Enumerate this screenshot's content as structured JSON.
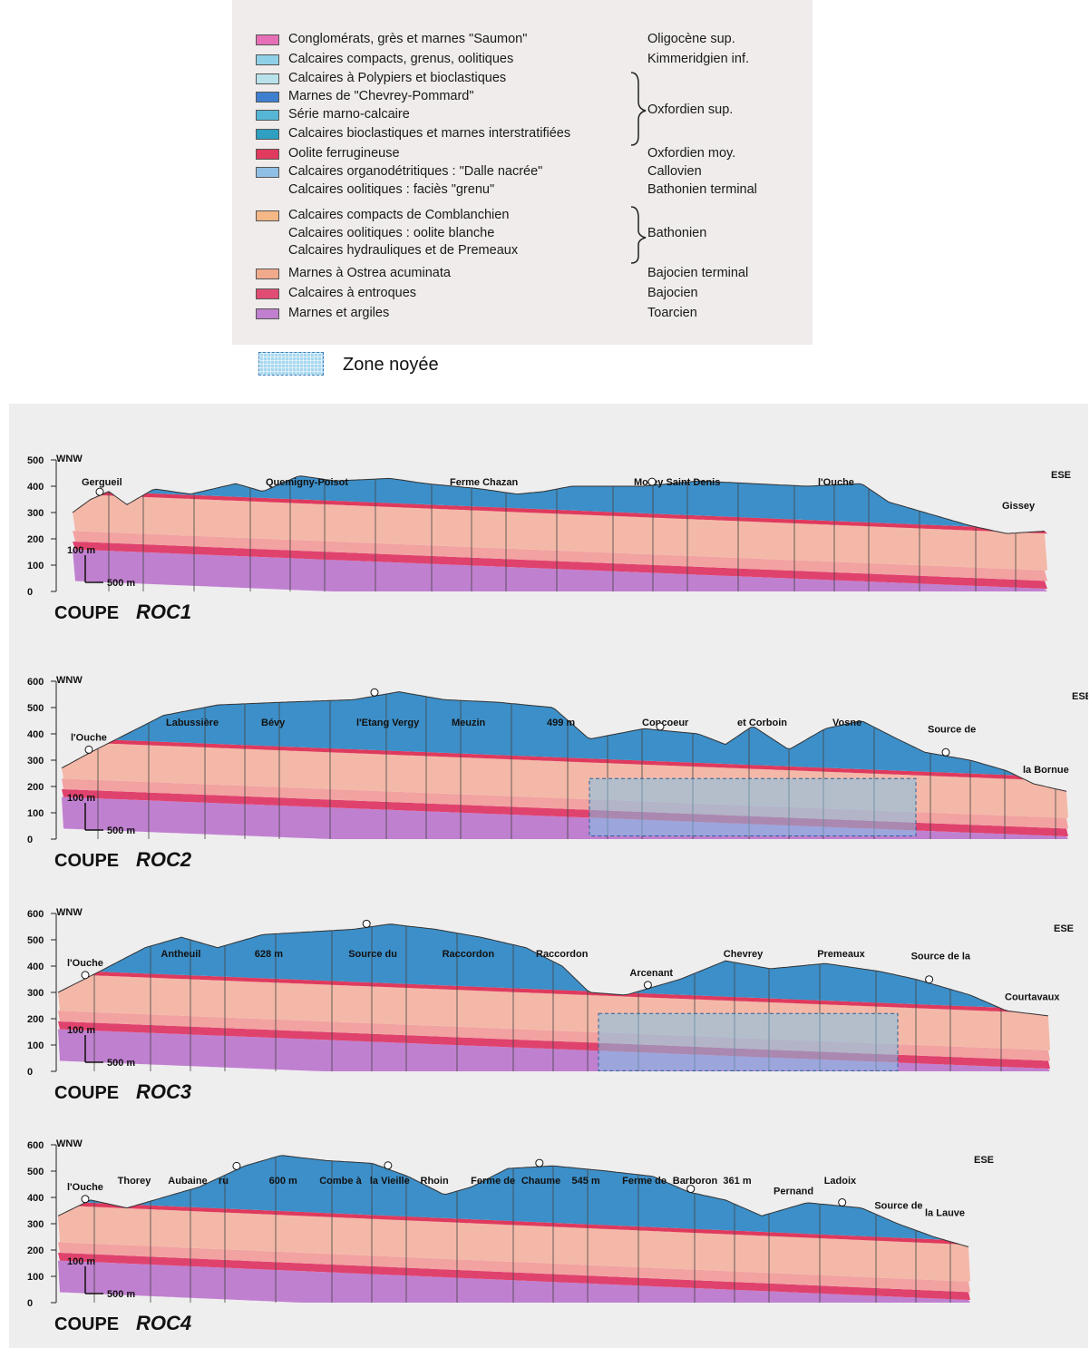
{
  "legend": {
    "items": [
      {
        "label": "Conglomérats, grès et marnes \"Saumon\"",
        "age": "Oligocène sup.",
        "color": "#e76fb7"
      },
      {
        "label": "Calcaires compacts, grenus, oolitiques",
        "age": "Kimmeridgien inf.",
        "color": "#8fd0e6"
      },
      {
        "label": "Calcaires à Polypiers et bioclastiques",
        "age": "",
        "color": "#b9e1ea"
      },
      {
        "label": "Marnes de \"Chevrey-Pommard\"",
        "age": "",
        "color": "#3f7fd0"
      },
      {
        "label": "Série marno-calcaire",
        "age": "Oxfordien sup.",
        "color": "#56b6d6"
      },
      {
        "label": "Calcaires bioclastiques et marnes interstratifiées",
        "age": "",
        "color": "#2f9fc2"
      },
      {
        "label": "Oolite ferrugineuse",
        "age": "Oxfordien moy.",
        "color": "#e03a5e"
      },
      {
        "label": "Calcaires organodétritiques : \"Dalle nacrée\"",
        "age": "Callovien",
        "color": "#90bfe6"
      },
      {
        "label": "Calcaires oolitiques : faciès \"grenu\"",
        "age": "Bathonien terminal",
        "color": ""
      },
      {
        "label": "Calcaires compacts de Comblanchien",
        "age": "",
        "color": "#f3b886"
      },
      {
        "label": "Calcaires oolitiques : oolite blanche",
        "age": "Bathonien",
        "color": ""
      },
      {
        "label": "Calcaires hydrauliques et de Premeaux",
        "age": "",
        "color": ""
      },
      {
        "label": "Marnes à Ostrea acuminata",
        "age": "Bajocien terminal",
        "color": "#f1a98c"
      },
      {
        "label": "Calcaires à entroques",
        "age": "Bajocien",
        "color": "#e04c73"
      },
      {
        "label": "Marnes et argiles",
        "age": "Toarcien",
        "color": "#c07fcf"
      }
    ],
    "zone_noyee_label": "Zone noyée"
  },
  "colors": {
    "clay": "#c080d0",
    "entroques": "#e0426e",
    "marnes_ostrea": "#f2a2a0",
    "comblanchien": "#f4b8a8",
    "oolite_ferr": "#df3a5e",
    "oxfordien": "#3c8fc8",
    "oxf_light": "#7ec0e0",
    "flooded": "#7fc3e8"
  },
  "sections": [
    {
      "title_prefix": "COUPE",
      "title_name": "ROC1",
      "left_direction": "WNW",
      "right_direction": "ESE",
      "y_ticks": [
        "500",
        "400",
        "300",
        "200",
        "100",
        "0"
      ],
      "scale_vertical": "100 m",
      "scale_horizontal": "500 m",
      "labels": [
        "Gergueil",
        "Quemigny-Poisot",
        "Ferme Chazan",
        "Morey Saint Denis",
        "l'Ouche",
        "Gissey"
      ]
    },
    {
      "title_prefix": "COUPE",
      "title_name": "ROC2",
      "left_direction": "WNW",
      "right_direction": "ESE",
      "y_ticks": [
        "600",
        "500",
        "400",
        "300",
        "200",
        "100",
        "0"
      ],
      "scale_vertical": "100 m",
      "scale_horizontal": "500 m",
      "labels": [
        "l'Ouche",
        "Labussière",
        "Bévy",
        "l'Etang Vergy",
        "Meuzin",
        "499 m",
        "Concoeur",
        "et Corboin",
        "Vosne",
        "Source de",
        "la Bornue"
      ]
    },
    {
      "title_prefix": "COUPE",
      "title_name": "ROC3",
      "left_direction": "WNW",
      "right_direction": "ESE",
      "y_ticks": [
        "600",
        "500",
        "400",
        "300",
        "200",
        "100",
        "0"
      ],
      "scale_vertical": "100 m",
      "scale_horizontal": "500 m",
      "labels": [
        "l'Ouche",
        "Antheuil",
        "628 m",
        "Source du",
        "Raccordon",
        "Raccordon",
        "Arcenant",
        "Chevrey",
        "Premeaux",
        "Source de la",
        "Courtavaux"
      ]
    },
    {
      "title_prefix": "COUPE",
      "title_name": "ROC4",
      "left_direction": "WNW",
      "right_direction": "ESE",
      "y_ticks": [
        "600",
        "500",
        "400",
        "300",
        "200",
        "100",
        "0"
      ],
      "scale_vertical": "100 m",
      "scale_horizontal": "500 m",
      "labels": [
        "l'Ouche",
        "Thorey",
        "Aubaine",
        "ru",
        "600 m",
        "Combe à",
        "la Vieille",
        "Rhoin",
        "Ferme de",
        "Chaume",
        "545 m",
        "Ferme de",
        "Barboron",
        "361 m",
        "Pernand",
        "Ladoix",
        "Source de",
        "la Lauve"
      ]
    }
  ]
}
